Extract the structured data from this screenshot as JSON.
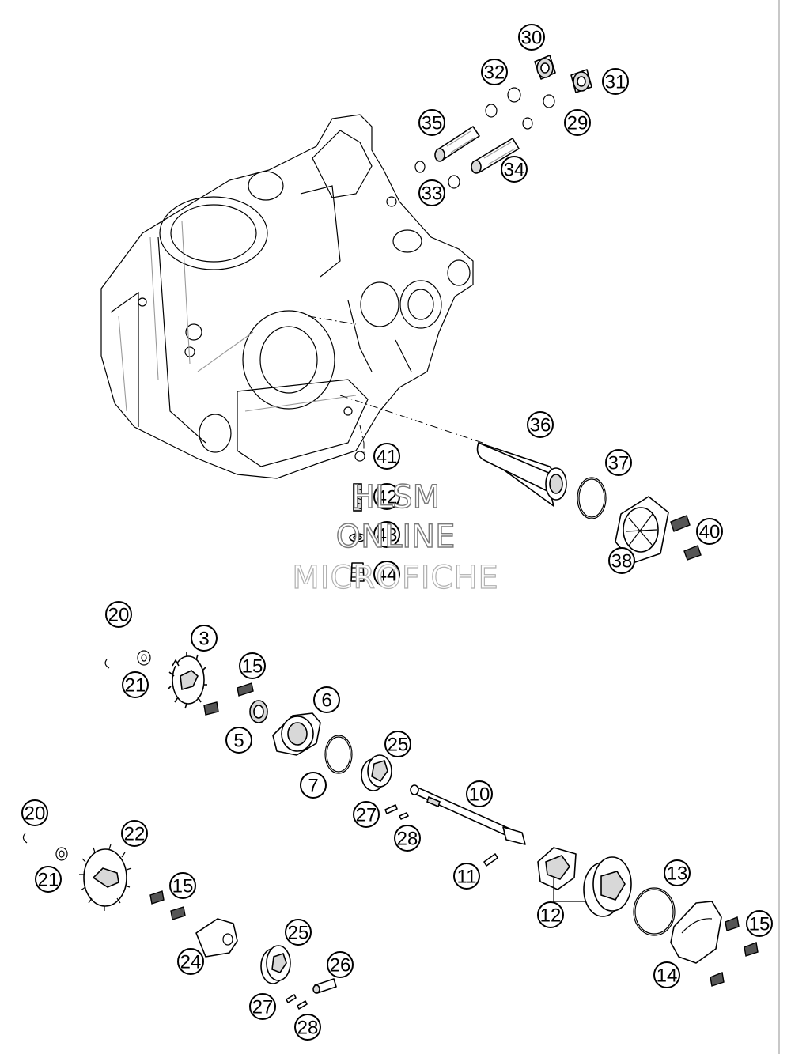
{
  "diagram": {
    "callouts": [
      "30",
      "32",
      "31",
      "29",
      "35",
      "34",
      "33",
      "36",
      "41",
      "37",
      "42",
      "40",
      "43",
      "38",
      "44",
      "20",
      "3",
      "15",
      "21",
      "6",
      "5",
      "25",
      "7",
      "10",
      "27",
      "28",
      "20",
      "22",
      "21",
      "11",
      "13",
      "15",
      "12",
      "15",
      "24",
      "25",
      "26",
      "14",
      "27",
      "28"
    ],
    "watermark": {
      "line1": "HLSM",
      "line2": "ONLINE",
      "line3": "MICROFICHE"
    }
  }
}
